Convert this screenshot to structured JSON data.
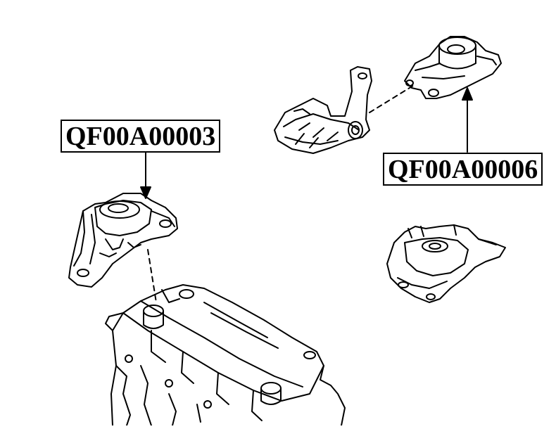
{
  "callouts": {
    "left_part_number": "QF00A00003",
    "right_part_number": "QF00A00006"
  },
  "colors": {
    "line": "#000000",
    "background": "#ffffff"
  },
  "parts": [
    "engine-mount-right",
    "transmission-mount-top",
    "transmission-mount-bracket",
    "transmission-mount-lower",
    "engine-block"
  ]
}
